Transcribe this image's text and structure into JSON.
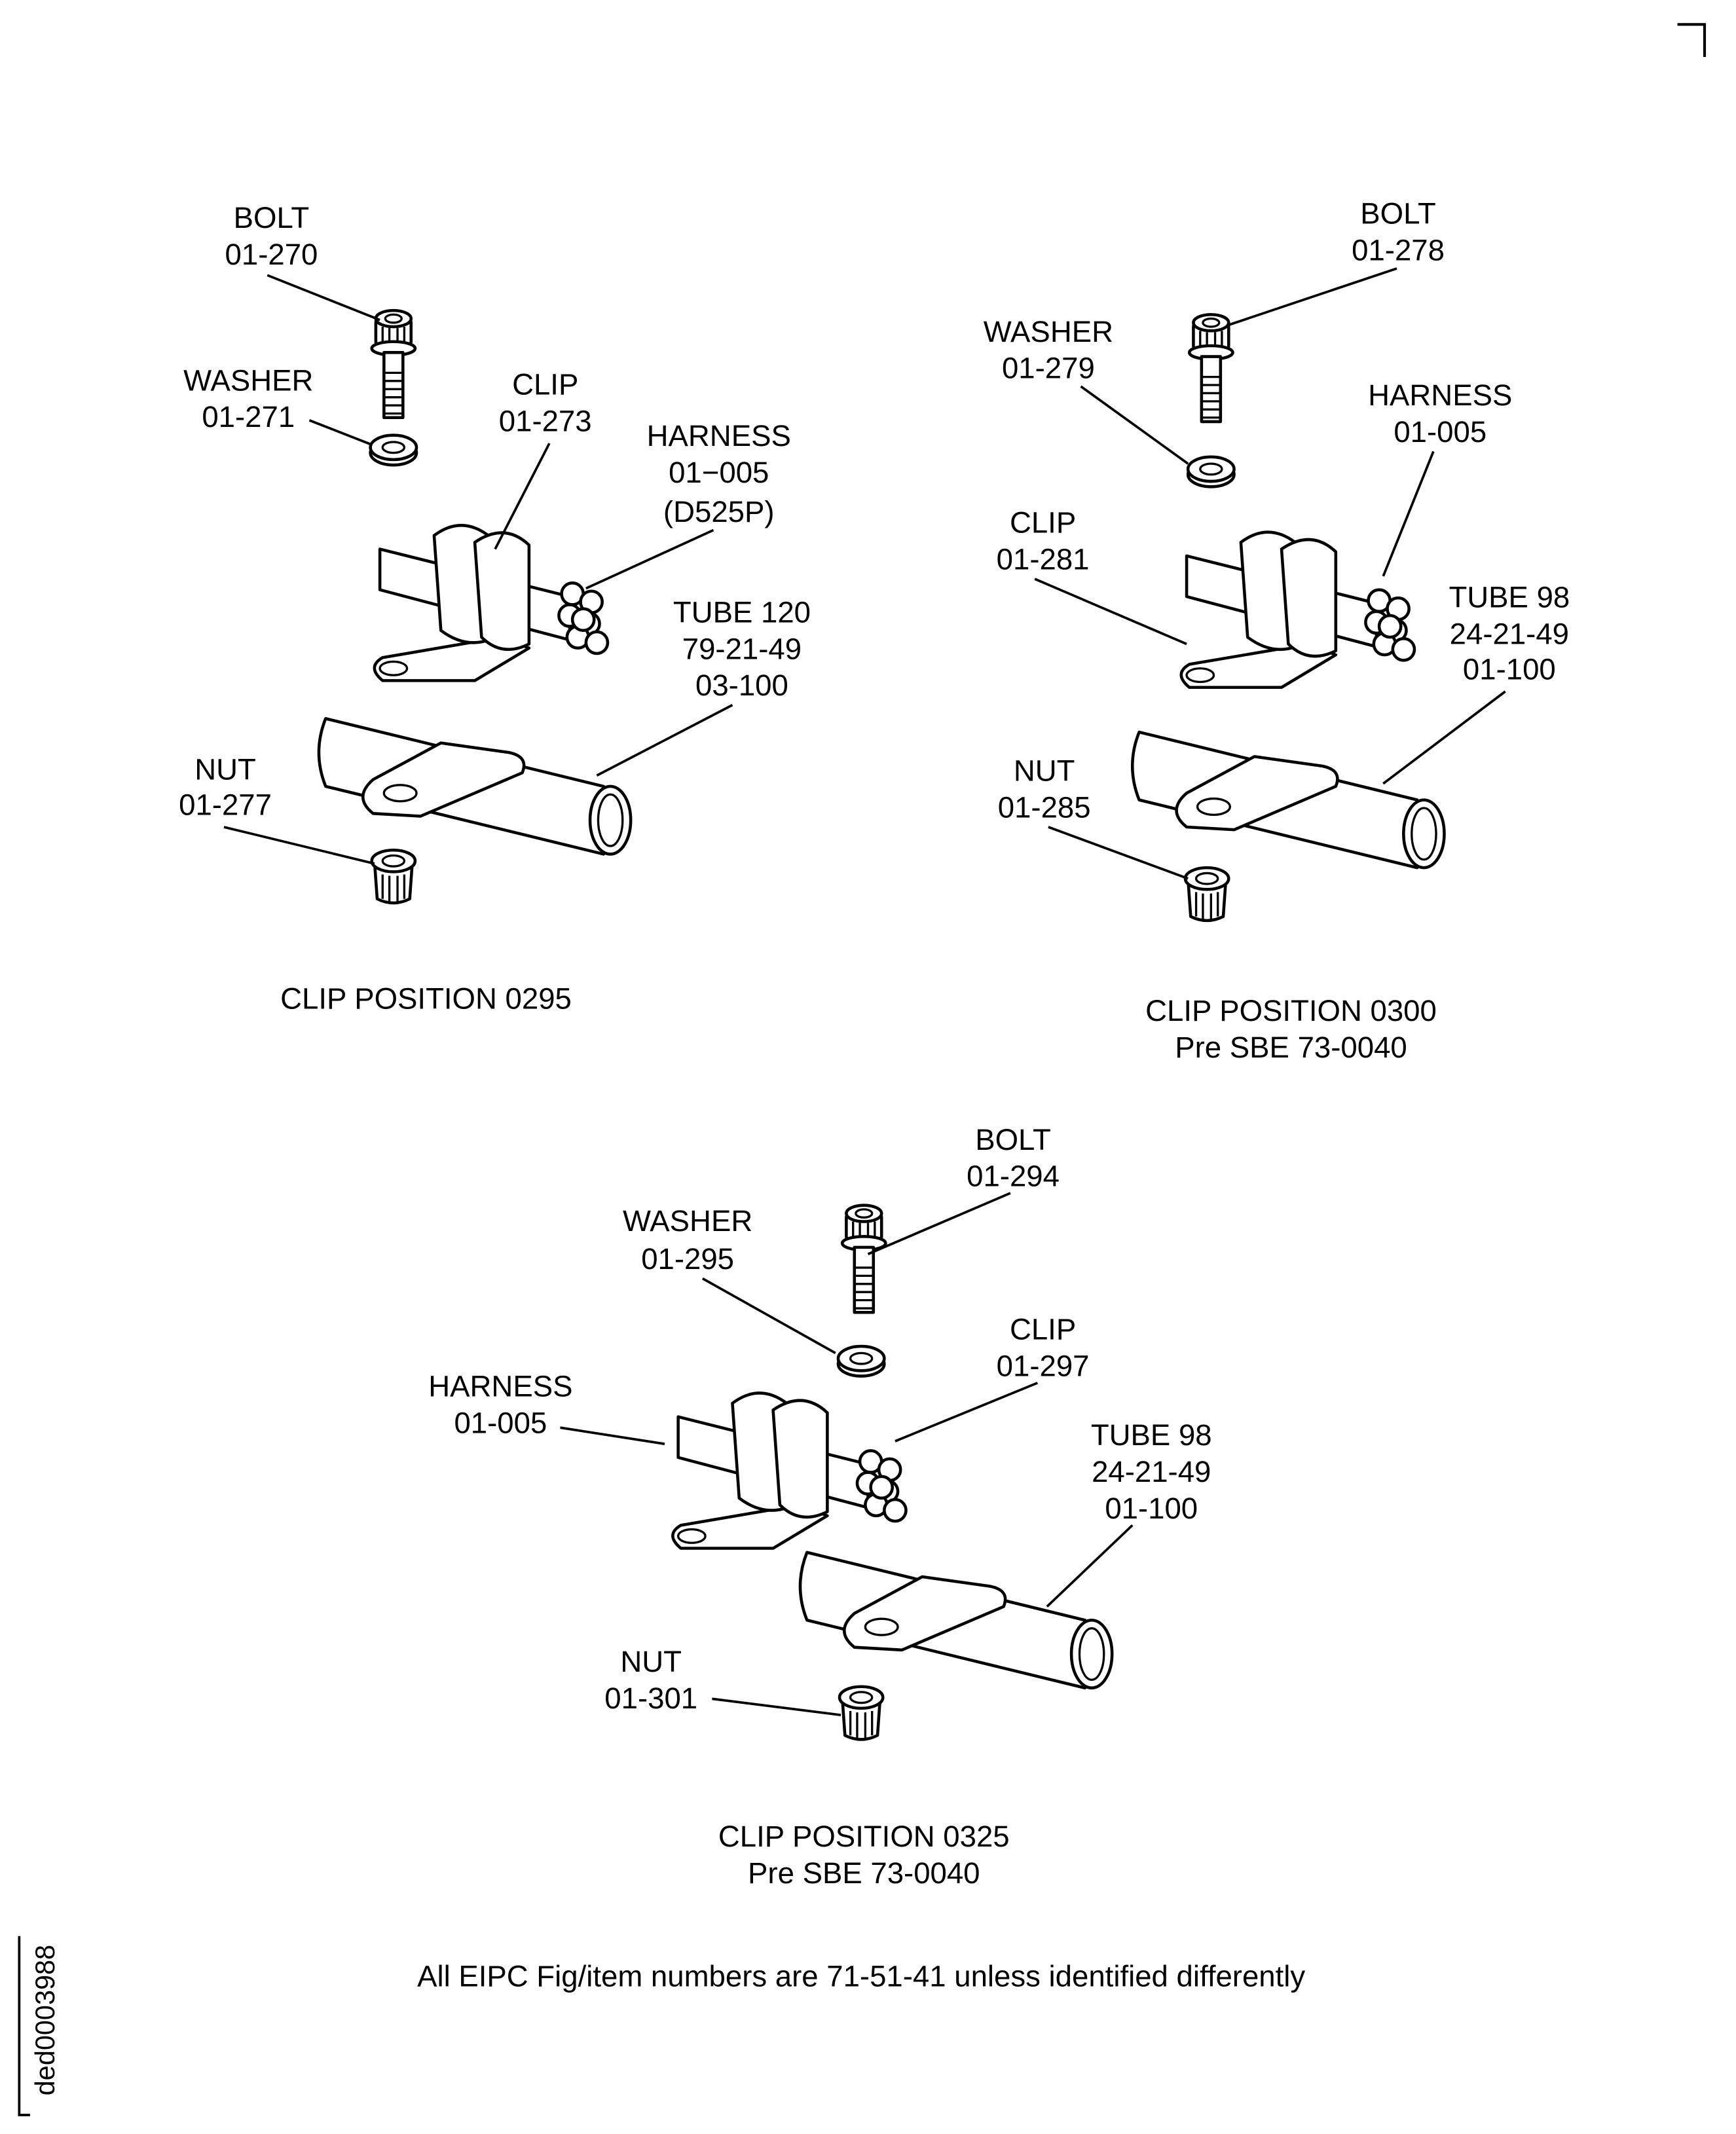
{
  "groups": [
    {
      "caption": [
        "CLIP POSITION 0295"
      ],
      "bolt": [
        "BOLT",
        "01-270"
      ],
      "washer": [
        "WASHER",
        "01-271"
      ],
      "clip": [
        "CLIP",
        "01-273"
      ],
      "harness": [
        "HARNESS",
        "01−005",
        "(D525P)"
      ],
      "tube": [
        "TUBE 120",
        "79-21-49",
        "03-100"
      ],
      "nut": [
        "NUT",
        "01-277"
      ]
    },
    {
      "caption": [
        "CLIP POSITION 0300",
        "Pre SBE 73-0040"
      ],
      "bolt": [
        "BOLT",
        "01-278"
      ],
      "washer": [
        "WASHER",
        "01-279"
      ],
      "clip": [
        "CLIP",
        "01-281"
      ],
      "harness": [
        "HARNESS",
        "01-005"
      ],
      "tube": [
        "TUBE 98",
        "24-21-49",
        "01-100"
      ],
      "nut": [
        "NUT",
        "01-285"
      ]
    },
    {
      "caption": [
        "CLIP POSITION 0325",
        "Pre SBE 73-0040"
      ],
      "bolt": [
        "BOLT",
        "01-294"
      ],
      "washer": [
        "WASHER",
        "01-295"
      ],
      "clip": [
        "CLIP",
        "01-297"
      ],
      "harness": [
        "HARNESS",
        "01-005"
      ],
      "tube": [
        "TUBE 98",
        "24-21-49",
        "01-100"
      ],
      "nut": [
        "NUT",
        "01-301"
      ]
    }
  ],
  "footer_note": "All EIPC Fig/item numbers are 71-51-41 unless identified differently",
  "drawing_id": "ded0003988"
}
